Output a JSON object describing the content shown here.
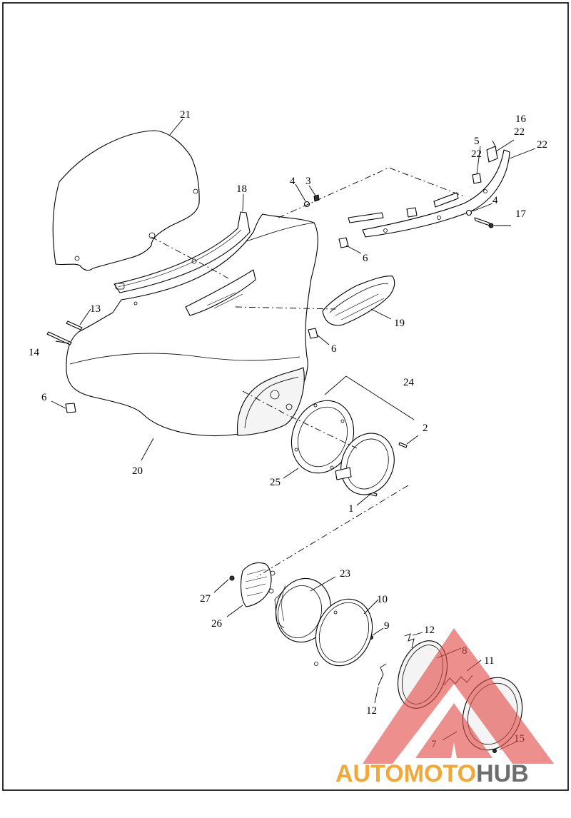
{
  "diagram": {
    "callouts": [
      {
        "id": "c1",
        "label": "1"
      },
      {
        "id": "c2",
        "label": "2"
      },
      {
        "id": "c3",
        "label": "3"
      },
      {
        "id": "c4a",
        "label": "4"
      },
      {
        "id": "c4b",
        "label": "4"
      },
      {
        "id": "c5",
        "label": "5"
      },
      {
        "id": "c6a",
        "label": "6"
      },
      {
        "id": "c6b",
        "label": "6"
      },
      {
        "id": "c6c",
        "label": "6"
      },
      {
        "id": "c7",
        "label": "7"
      },
      {
        "id": "c8",
        "label": "8"
      },
      {
        "id": "c9",
        "label": "9"
      },
      {
        "id": "c10",
        "label": "10"
      },
      {
        "id": "c11",
        "label": "11"
      },
      {
        "id": "c12a",
        "label": "12"
      },
      {
        "id": "c12b",
        "label": "12"
      },
      {
        "id": "c13",
        "label": "13"
      },
      {
        "id": "c14",
        "label": "14"
      },
      {
        "id": "c15",
        "label": "15"
      },
      {
        "id": "c16",
        "label": "16"
      },
      {
        "id": "c17",
        "label": "17"
      },
      {
        "id": "c18",
        "label": "18"
      },
      {
        "id": "c19",
        "label": "19"
      },
      {
        "id": "c20",
        "label": "20"
      },
      {
        "id": "c21",
        "label": "21"
      },
      {
        "id": "c22a",
        "label": "22"
      },
      {
        "id": "c22b",
        "label": "22"
      },
      {
        "id": "c22c",
        "label": "22"
      },
      {
        "id": "c23",
        "label": "23"
      },
      {
        "id": "c24",
        "label": "24"
      },
      {
        "id": "c25",
        "label": "25"
      },
      {
        "id": "c26",
        "label": "26"
      },
      {
        "id": "c27",
        "label": "27"
      }
    ]
  },
  "watermark": {
    "text_part1": "AUTOMOTO",
    "text_part2": "HUB",
    "colors": {
      "triangle": "#e24b45",
      "text_part1": "#f3a737",
      "text_part2": "#6d6d6d"
    }
  }
}
